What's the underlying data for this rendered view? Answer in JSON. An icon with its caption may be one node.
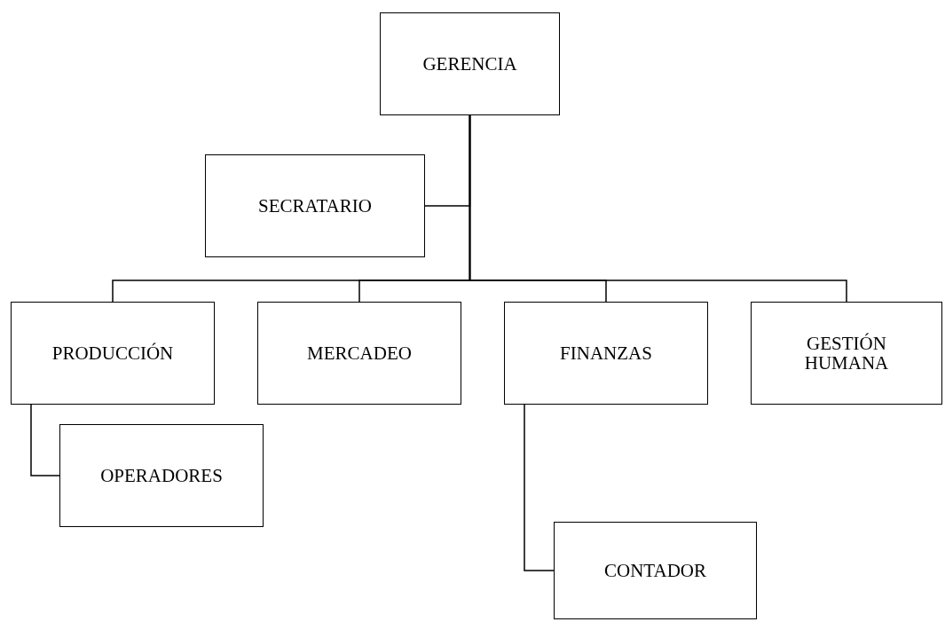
{
  "diagram": {
    "nodes": [
      {
        "text": [
          "GERENCIA"
        ]
      },
      {
        "text": [
          "SECRATARIO"
        ]
      },
      {
        "text": [
          "PRODUCCIÓN"
        ]
      },
      {
        "text": [
          "MERCADEO"
        ]
      },
      {
        "text": [
          "FINANZAS"
        ]
      },
      {
        "text": [
          "GESTIÓN HUMANA"
        ]
      },
      {
        "text": [
          "OPERADORES"
        ]
      },
      {
        "text": [
          "CONTADOR"
        ]
      }
    ],
    "edges": [
      {
        "from": 0,
        "to": 1,
        "arrow": "none"
      },
      {
        "from": 0,
        "to": 2,
        "arrow": "none"
      },
      {
        "from": 0,
        "to": 3,
        "arrow": "none"
      },
      {
        "from": 0,
        "to": 4,
        "arrow": "none"
      },
      {
        "from": 0,
        "to": 5,
        "arrow": "none"
      },
      {
        "from": 2,
        "to": 6,
        "arrow": "none"
      },
      {
        "from": 4,
        "to": 7,
        "arrow": "none"
      }
    ]
  }
}
